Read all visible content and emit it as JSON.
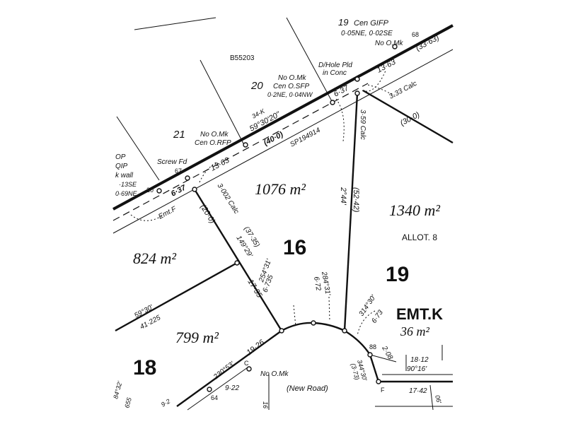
{
  "lots": {
    "lot_16": {
      "number": "16",
      "area": "1076 m²"
    },
    "lot_19": {
      "number": "19",
      "area": "1340 m²",
      "allotment": "ALLOT. 8"
    },
    "lot_18": {
      "number": "18",
      "area": "799 m²"
    },
    "lot_west": {
      "area": "824 m²"
    },
    "lot_20": {
      "number": "20"
    },
    "lot_21": {
      "number": "21"
    },
    "lot_19_top": {
      "number": "19"
    },
    "easement_k": {
      "label": "EMT.K",
      "area": "36 m²"
    }
  },
  "plan_refs": {
    "b855203": "B55203",
    "sp194914": "SP194914",
    "emt_f": "Emt.F"
  },
  "road": {
    "label": "(New Road)"
  },
  "marks": {
    "top_cen_gifp": "Cen GIFP",
    "top_offsets": "0·05NE, 0·02SE",
    "top_no_omk": "No O.Mk",
    "pt_68": "68",
    "dhole_line1": "D/Hole Pld",
    "dhole_line2": "in Conc",
    "l20_no_omk": "No O.Mk",
    "l20_cen_sfp": "Cen O.SFP",
    "l20_offsets": "0·2NE, 0·04NW",
    "l21_no_omk": "No O.Mk",
    "l21_cen_rfp": "Cen O.RFP",
    "screw_fd": "Screw Fd",
    "pt_67": "67",
    "pt_20": "20",
    "left_op": "OP",
    "left_qip": "QIP",
    "left_wall": "k wall",
    "left_13se": "·13SE",
    "left_069": "0·69NE",
    "pt_88": "88",
    "pt_64": "64",
    "bottom_no_omk": "No O.Mk",
    "pt_c": "C",
    "pt_f": "F",
    "pt_9_2": "9·2",
    "bottom_left_a": "84°32'",
    "bottom_left_b": "655",
    "bottom_left_c": "9·2",
    "bottom_16": "16"
  },
  "dimensions": {
    "bearing_main": "59°30'20\"",
    "ref_34k": "34-K",
    "front_40": "(40·0)",
    "top_13_63": "13·63",
    "top_33_63": "(33·63)",
    "front_6_37_right": "6·37",
    "calc_3_33": "3·33 Calc",
    "dist_30": "(30·0)",
    "calc_3_59": "3·59 Calc",
    "bear_2_44": "2°44'",
    "dist_52_42": "(52·42)",
    "left_13_63": "13·63",
    "left_6_37": "6·37",
    "calc_3_002": "3·002 Calc",
    "dist_20_0": "(20·0)",
    "dist_37_35": "(37·35)",
    "bear_149_29": "149°29'",
    "dist_17_35": "17·35",
    "bear_59_30": "59°30'",
    "dist_41_225": "41·225",
    "bear_254_31": "254°31'",
    "dist_6_735": "6·735",
    "bear_284_31": "284°31'",
    "dist_6_72": "6·72",
    "bear_314_30": "314°30'",
    "dist_6_73": "6·73",
    "dist_19_26": "19·26",
    "bear_230_53": "230°53'",
    "dist_9_22": "9·22",
    "dist_2_08": "2·08",
    "dist_18_12": "18·12",
    "bear_90_16": "90°16'",
    "dist_17_42": "17·42",
    "dist_06": "06'",
    "dist_3_73": "(3·73)",
    "bear_344_30": "344°30'"
  }
}
